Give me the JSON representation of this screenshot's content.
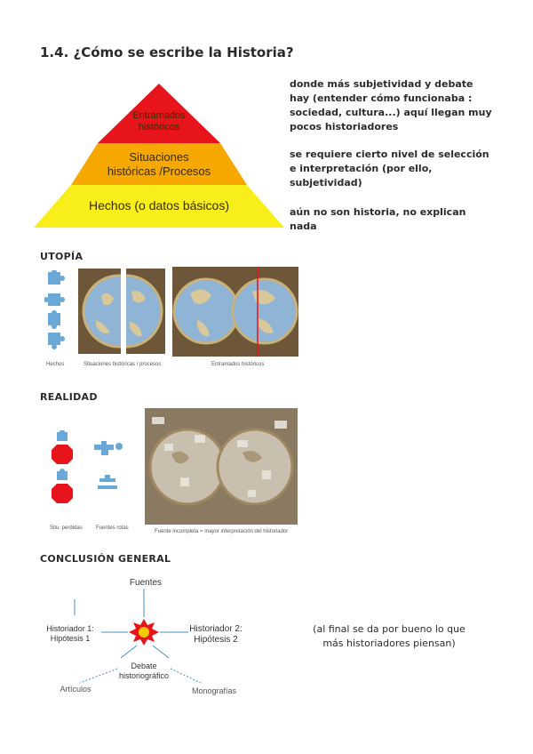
{
  "heading": "1.4. ¿Cómo se escribe la Historia?",
  "pyramid": {
    "tiers": [
      {
        "label_line1": "Entramados",
        "label_line2": "históricos",
        "color": "#e8141c"
      },
      {
        "label_line1": "Situaciones",
        "label_line2": "históricas /Procesos",
        "color": "#f6a800"
      },
      {
        "label_line1": "Hechos (o datos básicos)",
        "label_line2": "",
        "color": "#f7ee1a"
      }
    ],
    "notes": [
      "donde más subjetividad y debate hay (entender cómo funcionaba : sociedad, cultura...) aquí llegan muy pocos historiadores",
      "se requiere cierto nivel de selección e interpretación (por ello, subjetividad)",
      "aún no son historia, no explican nada"
    ]
  },
  "utopia": {
    "heading": "UTOPÍA",
    "captions": [
      "Hechos",
      "Situaciones históricas / procesos",
      "Entramados históricos"
    ]
  },
  "realidad": {
    "heading": "REALIDAD",
    "captions": [
      "Situ. perdidas",
      "Fuentes rotas",
      "Fuente incompleta = mayor interpretación del historiador"
    ]
  },
  "conclusion": {
    "heading": "CONCLUSIÓN GENERAL",
    "sources": "Fuentes",
    "historian1_line1": "Historiador 1:",
    "historian1_line2": "Hipótesis 1",
    "historian2_line1": "Historiador 2:",
    "historian2_line2": "Hipótesis 2",
    "debate_line1": "Debate",
    "debate_line2": "historiográfico",
    "articles": "Artículos",
    "monographs": "Monografías",
    "note": "(al final se da por bueno lo que más historiadores piensan)"
  },
  "colors": {
    "puzzle_blue": "#6aa8d8",
    "puzzle_red": "#e8141c",
    "burst_red": "#e8141c",
    "burst_yellow": "#f6c800"
  }
}
